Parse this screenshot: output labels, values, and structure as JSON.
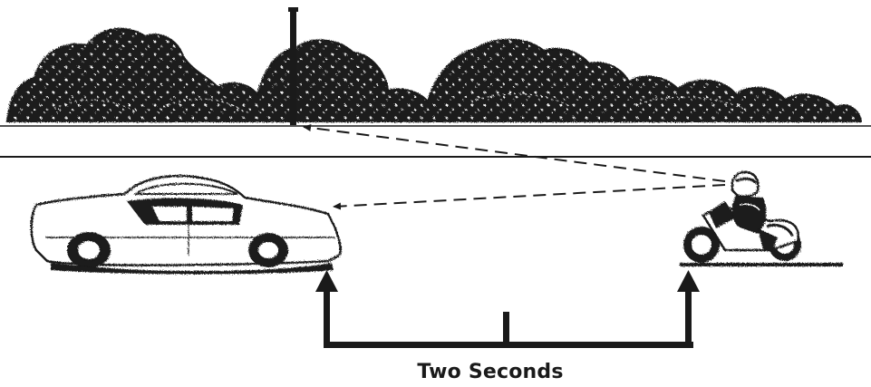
{
  "diagram": {
    "caption": "Two Seconds",
    "colors": {
      "ink": "#1a1a1a",
      "paper": "#ffffff"
    },
    "elements": [
      "tree-line",
      "utility-pole",
      "road-edge",
      "car",
      "motorcycle-rider",
      "sight-lines",
      "two-second-bracket"
    ]
  }
}
